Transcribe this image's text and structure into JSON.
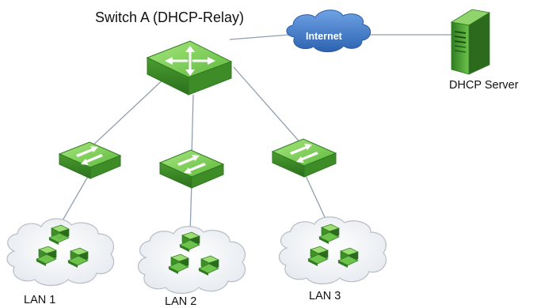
{
  "labels": {
    "switch_a": "Switch A (DHCP-Relay)",
    "internet": "Internet",
    "dhcp_server": "DHCP Server",
    "lan1": "LAN 1",
    "lan2": "LAN 2",
    "lan3": "LAN 3"
  },
  "colors": {
    "device_green": "#6cc24a",
    "device_dark_green": "#2f7a22",
    "cloud_blue": "#3f79c4",
    "link_gray": "#8f9fb0"
  },
  "icons": {
    "core_switch": "layer3-switch-icon",
    "access_switch": "layer2-switch-icon",
    "server": "server-tower-icon",
    "cloud": "internet-cloud-icon",
    "client": "workstation-icon"
  }
}
